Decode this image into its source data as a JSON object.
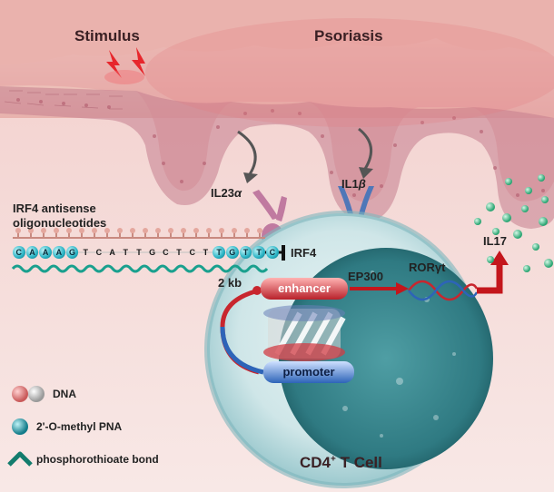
{
  "labels": {
    "stimulus": "Stimulus",
    "psoriasis": "Psoriasis",
    "il23": "IL23",
    "il23_greek": "α",
    "il1": "IL1",
    "il1_greek": "β",
    "antisense_line1": "IRF4 antisense",
    "antisense_line2": "oligonucleotides",
    "irf4": "IRF4",
    "kb": "2 kb",
    "enhancer": "enhancer",
    "ep300": "EP300",
    "rorgt": "RORγt",
    "il17": "IL17",
    "promoter": "promoter",
    "cell_main": "CD4",
    "cell_sup": "+",
    "cell_rest": " T Cell"
  },
  "sequence": [
    {
      "b": "C",
      "pna": true
    },
    {
      "b": "A",
      "pna": true
    },
    {
      "b": "A",
      "pna": true
    },
    {
      "b": "A",
      "pna": true
    },
    {
      "b": "G",
      "pna": true
    },
    {
      "b": "T",
      "pna": false
    },
    {
      "b": "C",
      "pna": false
    },
    {
      "b": "A",
      "pna": false
    },
    {
      "b": "T",
      "pna": false
    },
    {
      "b": "T",
      "pna": false
    },
    {
      "b": "G",
      "pna": false
    },
    {
      "b": "C",
      "pna": false
    },
    {
      "b": "T",
      "pna": false
    },
    {
      "b": "C",
      "pna": false
    },
    {
      "b": "T",
      "pna": false
    },
    {
      "b": "T",
      "pna": true
    },
    {
      "b": "G",
      "pna": true
    },
    {
      "b": "T",
      "pna": true
    },
    {
      "b": "T",
      "pna": true
    },
    {
      "b": "C",
      "pna": true
    }
  ],
  "legend": {
    "dna": "DNA",
    "pna": "2'-O-methyl PNA",
    "bond": "phosphorothioate bond"
  },
  "colors": {
    "skin": "#e7a9a8",
    "pna": "#28b3c4",
    "arrow_red": "#c4161c",
    "enhancer": "#c7303a",
    "promoter": "#2d64b8",
    "cell": "#3c8f96"
  }
}
